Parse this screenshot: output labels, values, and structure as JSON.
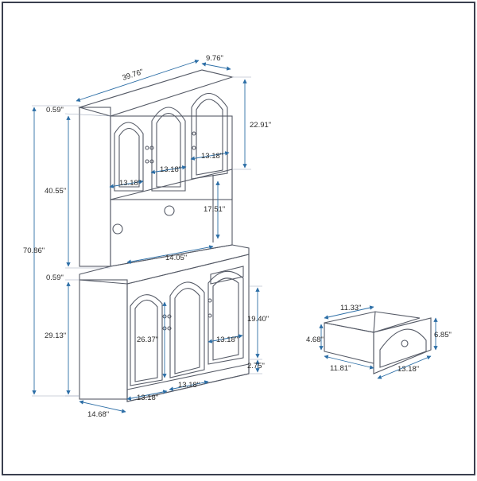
{
  "colors": {
    "line": "#555a66",
    "dim": "#2c6ea6",
    "text": "#2a2a2a",
    "frame": "#3a3f4e"
  },
  "labels": {
    "top_width": "39.76\"",
    "top_depth": "9.76\"",
    "top_gap": "0.59\"",
    "upper_height": "22.91\"",
    "hutch_height": "40.55\"",
    "upper_door_left": "13.18\"",
    "upper_door_mid": "13.18\"",
    "upper_door_right": "13.18\"",
    "hutch_opening": "17.51\"",
    "total_height": "70.86\"",
    "counter_depth": "14.05\"",
    "counter_gap": "0.59\"",
    "lower_door_height": "26.37\"",
    "lower_cabinet_height": "29.13\"",
    "right_cabinet_height": "19.40\"",
    "right_door_width": "13.18\"",
    "base_height": "2.75\"",
    "lower_door_left": "13.18\"",
    "lower_door_mid": "13.18\"",
    "bottom_depth": "14.68\"",
    "drawer_depth_top": "11.33\"",
    "drawer_side_height": "4.68\"",
    "drawer_front_height": "6.85\"",
    "drawer_depth_bottom": "11.81\"",
    "drawer_width": "13.18\""
  }
}
